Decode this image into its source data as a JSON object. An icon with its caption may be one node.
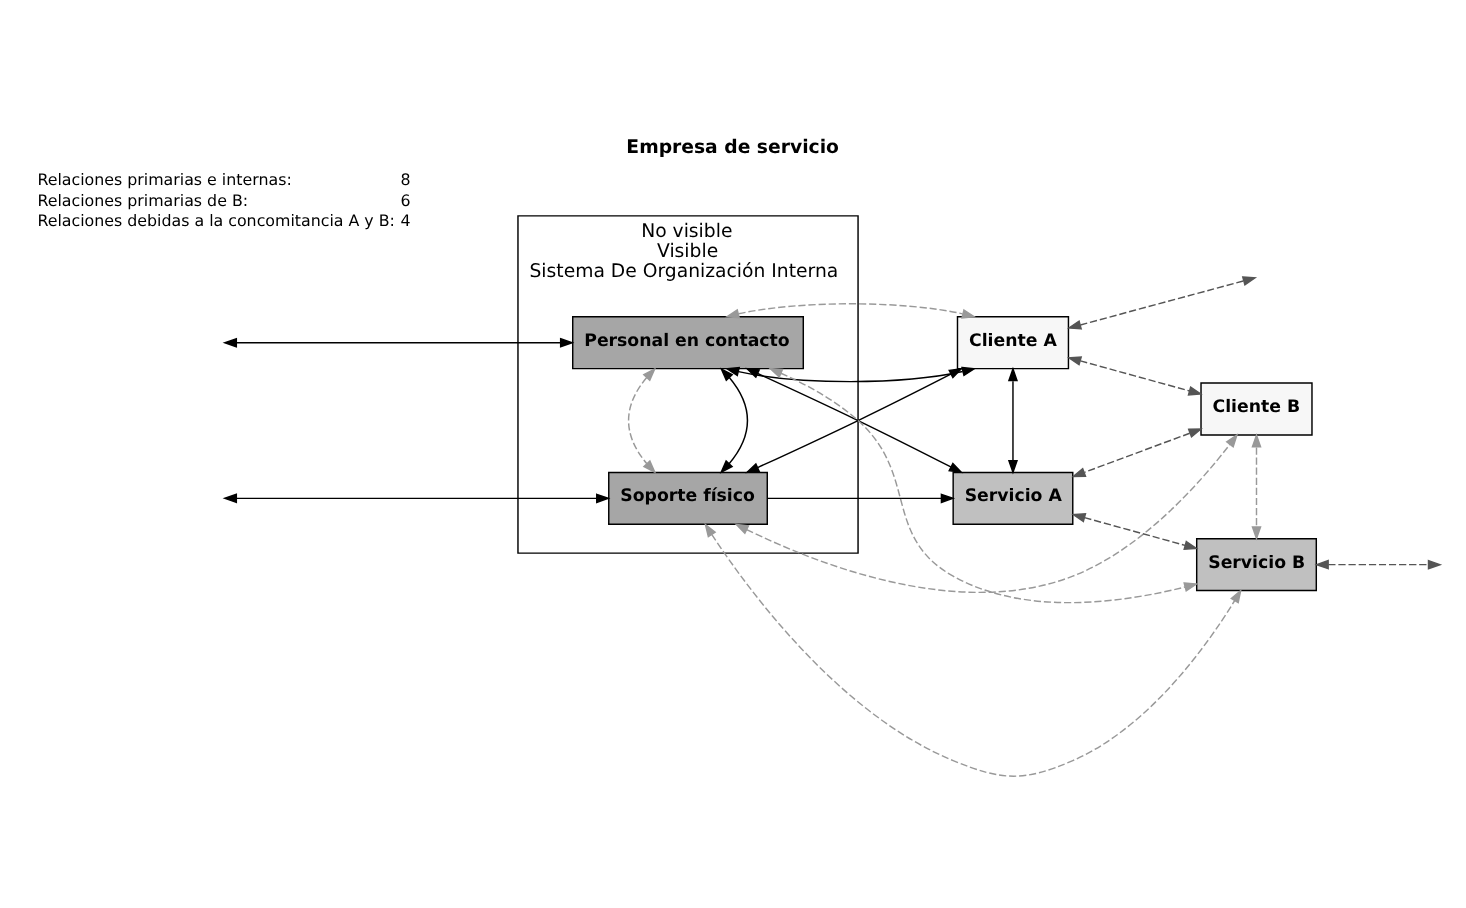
{
  "diagram": {
    "title": "Empresa de servicio",
    "nodes": [
      {
        "text": [
          "No visible",
          "Visible",
          "Sistema De Organización Interna"
        ]
      },
      {
        "text": [
          "Soporte físico"
        ],
        "in": 0
      },
      {
        "text": [
          "Personal en contacto"
        ],
        "in": 0
      },
      {
        "text": [
          "Cliente A"
        ]
      },
      {
        "text": [
          "Cliente B"
        ]
      },
      {
        "text": [
          "Servicio A"
        ]
      },
      {
        "text": [
          "Servicio B"
        ]
      }
    ],
    "edges": [
      {
        "from": null,
        "to": 1,
        "arrow": "both"
      },
      {
        "from": null,
        "to": 2,
        "arrow": "both"
      },
      {
        "from": 1,
        "to": 2,
        "arrow": "both"
      },
      {
        "from": 1,
        "to": 3,
        "arrow": "both"
      },
      {
        "from": 1,
        "to": 5,
        "arrow": "to"
      },
      {
        "from": 2,
        "to": 3,
        "arrow": "both"
      },
      {
        "from": 2,
        "to": 5,
        "arrow": "both"
      },
      {
        "from": 3,
        "to": 5,
        "arrow": "both"
      },
      {
        "from": 1,
        "to": 2,
        "arrow": "both",
        "style": "dashed",
        "color": "#999999"
      },
      {
        "from": 1,
        "to": 4,
        "arrow": "both",
        "style": "dashed",
        "color": "#999999"
      },
      {
        "from": 1,
        "to": 6,
        "arrow": "both",
        "style": "dashed",
        "color": "#999999"
      },
      {
        "from": 2,
        "to": 3,
        "arrow": "both",
        "style": "dashed",
        "color": "#999999"
      },
      {
        "from": 2,
        "to": 6,
        "arrow": "both",
        "style": "dashed",
        "color": "#999999"
      },
      {
        "from": 4,
        "to": 6,
        "arrow": "both",
        "style": "dashed",
        "color": "#999999"
      },
      {
        "from": 3,
        "to": null,
        "arrow": "both",
        "style": "dashed",
        "color": "#555555"
      },
      {
        "from": 3,
        "to": 4,
        "arrow": "both",
        "style": "dashed",
        "color": "#555555"
      },
      {
        "from": 4,
        "to": 5,
        "arrow": "both",
        "style": "dashed",
        "color": "#555555"
      },
      {
        "from": 5,
        "to": 6,
        "arrow": "both",
        "style": "dashed",
        "color": "#555555"
      },
      {
        "from": 6,
        "to": null,
        "arrow": "both",
        "style": "dashed",
        "color": "#555555"
      }
    ],
    "labels": [
      "8",
      "6",
      "4"
    ],
    "legend": [
      {
        "text": "Relaciones primarias e internas:"
      },
      {
        "text": "Relaciones primarias de B:"
      },
      {
        "text": "Relaciones debidas a la concomitancia A y B:"
      }
    ]
  }
}
